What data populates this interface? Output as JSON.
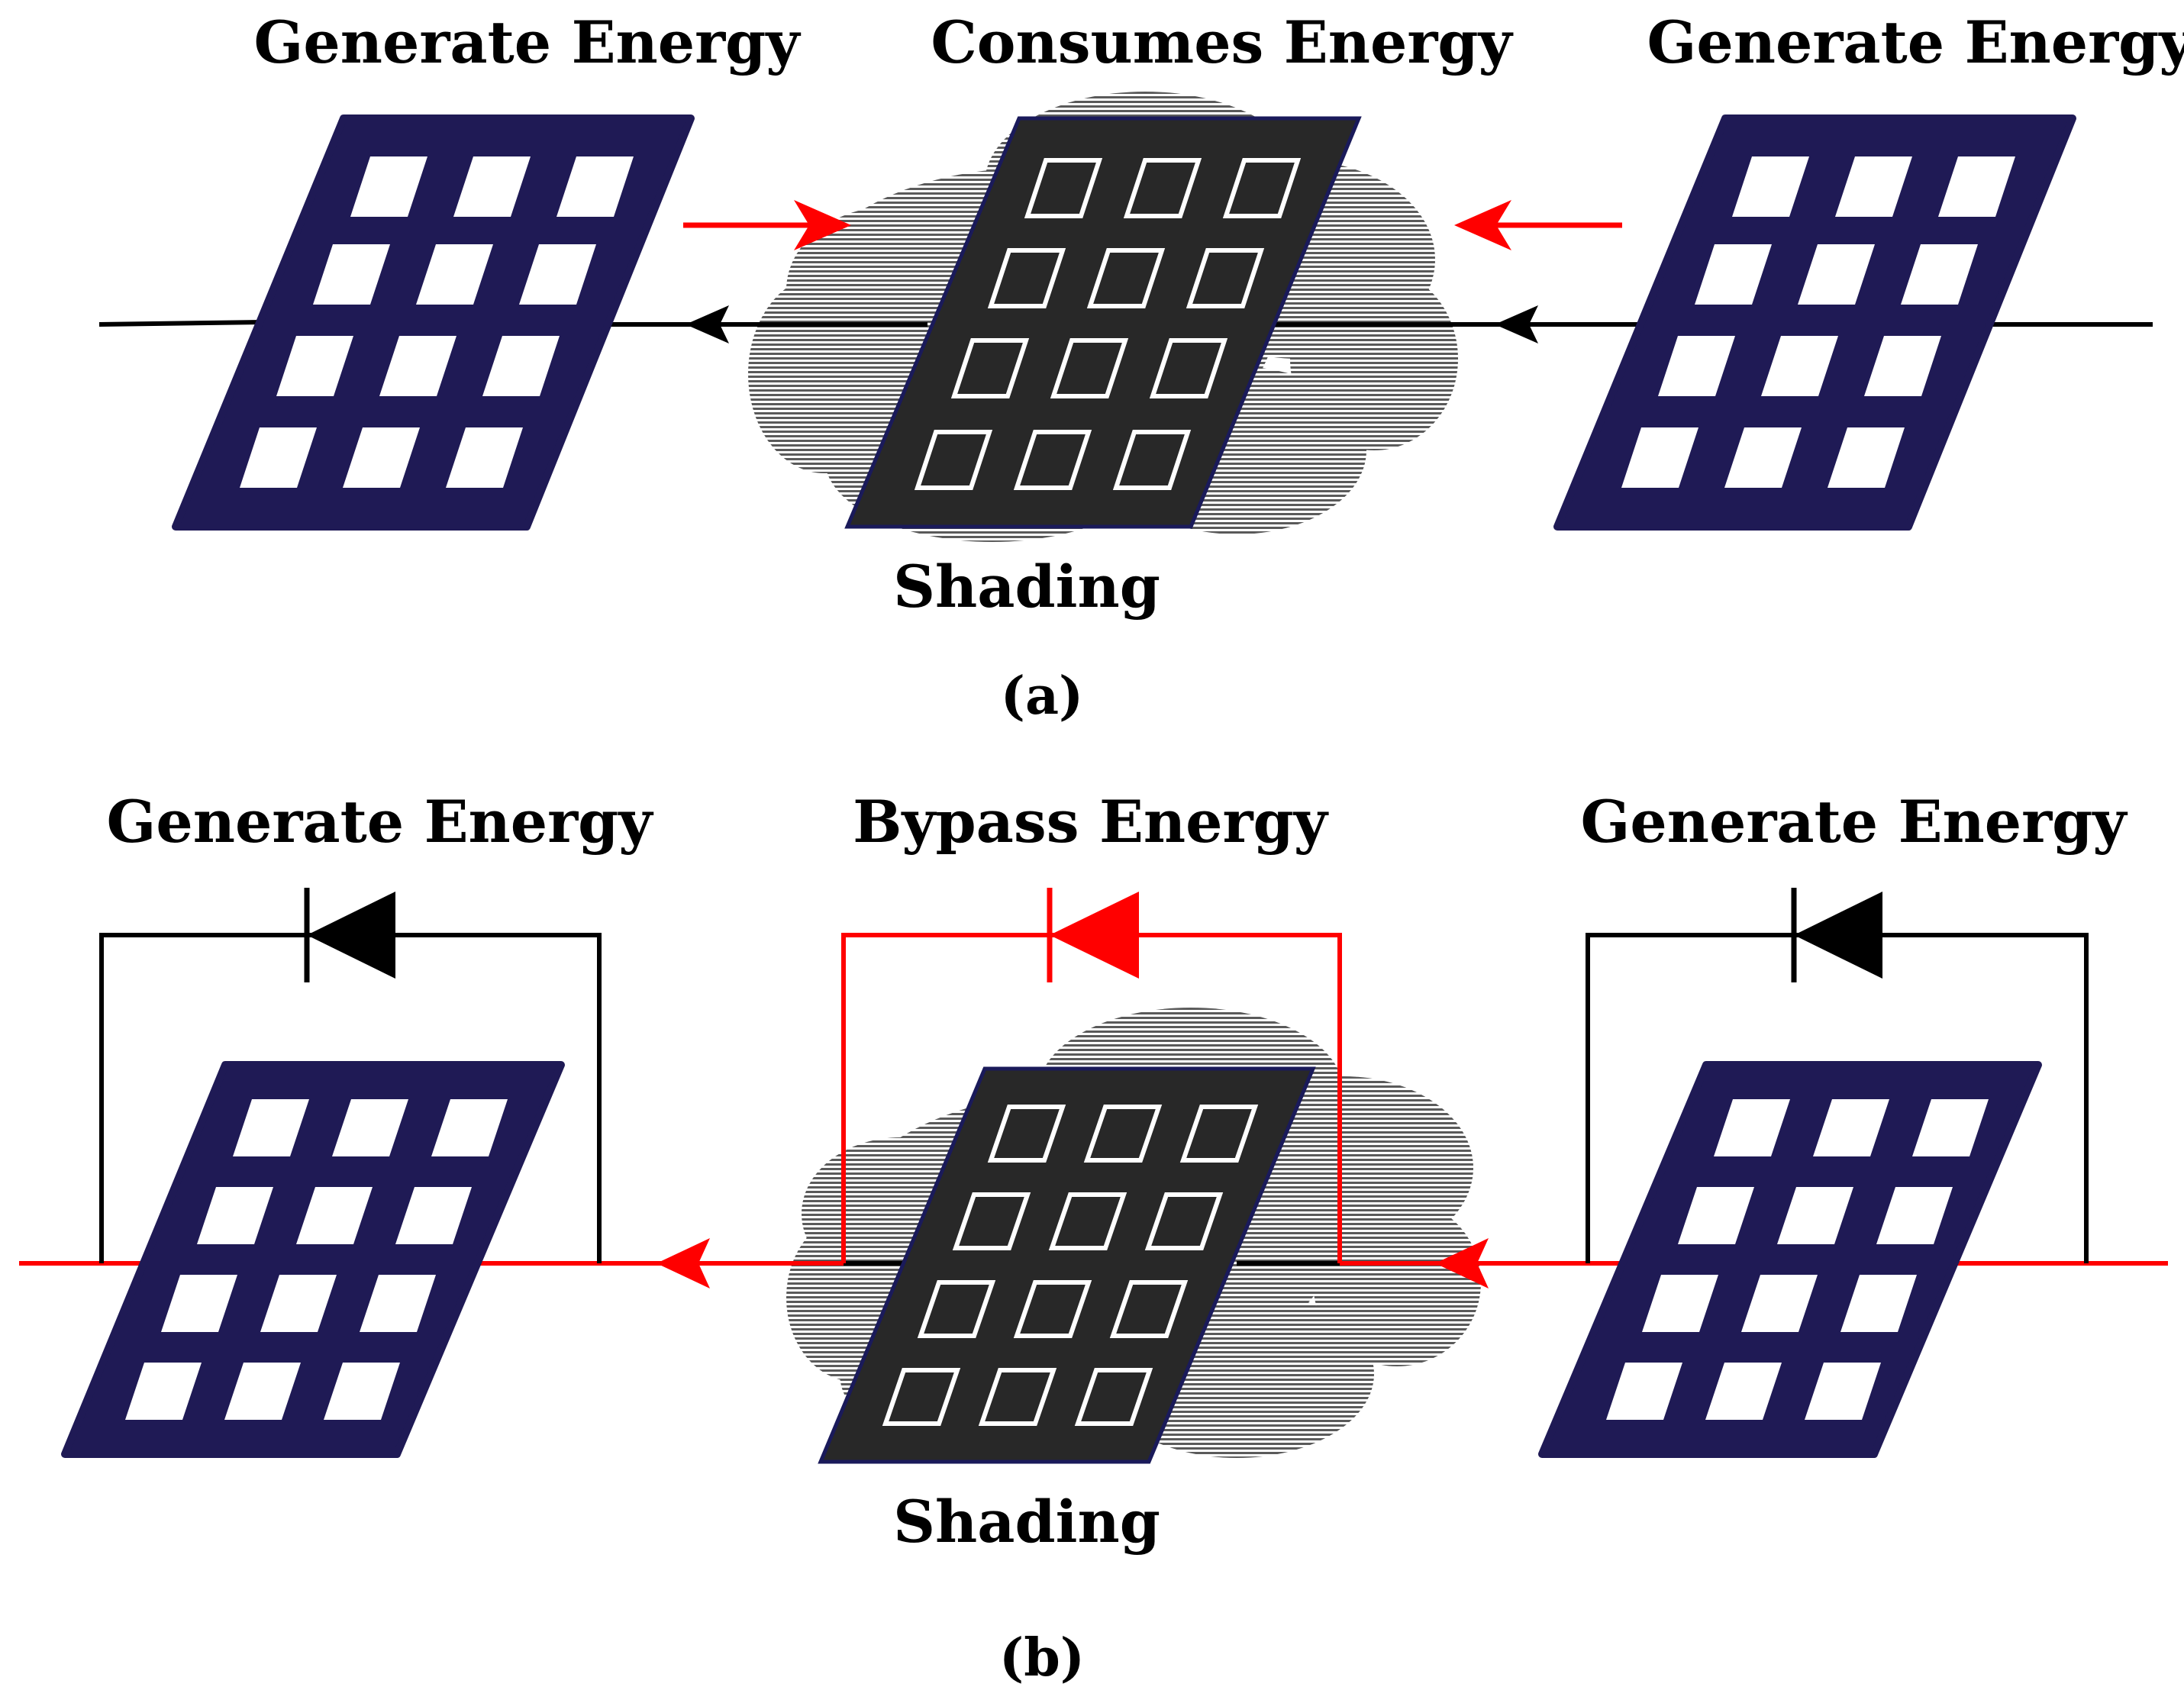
{
  "colors": {
    "panel_generating": "#1f1a55",
    "panel_shaded": "#282828",
    "panel_border": "#1a1a5a",
    "cell_fill": "#ffffff",
    "current_flow": "#ff0000",
    "wire": "#000000",
    "shading_cloud": "#555555"
  },
  "icons": [
    "solar-panel-icon",
    "shaded-solar-panel-icon",
    "shading-cloud-icon",
    "bypass-diode-icon",
    "current-arrow-icon"
  ],
  "panel_a": {
    "caption": "(a)",
    "left_label": "Generate Energy",
    "middle_label": "Consumes Energy",
    "right_label": "Generate Energy",
    "shading_label": "Shading"
  },
  "panel_b": {
    "caption": "(b)",
    "left_label": "Generate Energy",
    "middle_label": "Bypass Energy",
    "right_label": "Generate Energy",
    "shading_label": "Shading"
  }
}
